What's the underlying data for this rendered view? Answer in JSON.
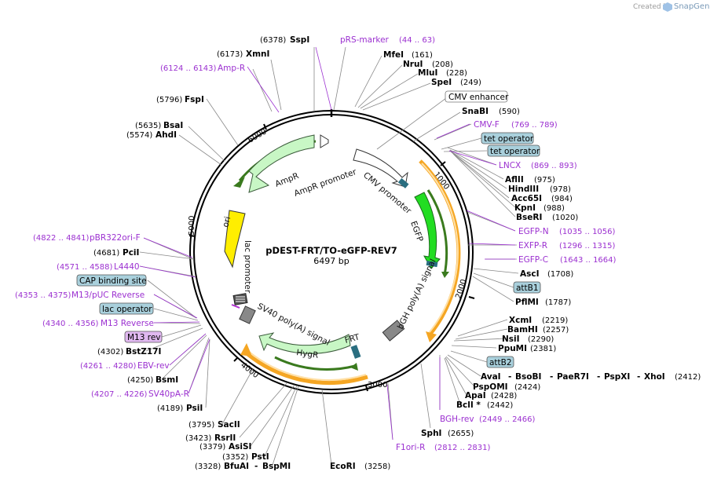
{
  "credit": {
    "prefix": "Created by",
    "brand": "SnapGene"
  },
  "plasmid": {
    "name": "pDEST-FRT/TO-eGFP-REV7",
    "length": "6497 bp"
  },
  "ticks": {
    "t1000": "1000",
    "t2000": "2000",
    "t3000": "3000",
    "t4000": "4000",
    "t5000": "5000",
    "t6000": "6000"
  },
  "features": {
    "cmv_promoter": "CMV promoter",
    "egfp": "EGFP",
    "bgh": "bGH poly(A) signal",
    "frt": "FRT",
    "hygr": "HygR",
    "sv40": "SV40 poly(A) signal",
    "lac_promoter": "lac promoter",
    "ori": "ori",
    "ampr": "AmpR",
    "ampr_promoter": "AmpR promoter"
  },
  "top_labels": {
    "sspi": {
      "pos": "(6378)",
      "name": "SspI"
    },
    "prs": {
      "name": "pRS-marker",
      "range": "(44 .. 63)"
    },
    "xmni": {
      "pos": "(6173)",
      "name": "XmnI"
    },
    "amp_r": {
      "range": "(6124 .. 6143)",
      "name": "Amp-R"
    },
    "fspi": {
      "pos": "(5796)",
      "name": "FspI"
    },
    "bsai": {
      "pos": "(5635)",
      "name": "BsaI"
    },
    "ahdi": {
      "pos": "(5574)",
      "name": "AhdI"
    }
  },
  "right_labels": {
    "mfei": {
      "name": "MfeI",
      "pos": "(161)"
    },
    "nrui": {
      "name": "NruI",
      "pos": "(208)"
    },
    "mlui": {
      "name": "MluI",
      "pos": "(228)"
    },
    "spei": {
      "name": "SpeI",
      "pos": "(249)"
    },
    "cmv_enh": "CMV enhancer",
    "snabi": {
      "name": "SnaBI",
      "pos": "(590)"
    },
    "cmvf": {
      "name": "CMV-F",
      "range": "(769 .. 789)"
    },
    "tetop1": "tet operator",
    "tetop2": "tet operator",
    "lncx": {
      "name": "LNCX",
      "range": "(869 .. 893)"
    },
    "aflii": {
      "name": "AflII",
      "pos": "(975)"
    },
    "hindiii": {
      "name": "HindIII",
      "pos": "(978)"
    },
    "acc65i": {
      "name": "Acc65I",
      "pos": "(984)"
    },
    "kpni": {
      "name": "KpnI",
      "pos": "(988)"
    },
    "bseri": {
      "name": "BseRI",
      "pos": "(1020)"
    },
    "egfpn": {
      "name": "EGFP-N",
      "range": "(1035 .. 1056)"
    },
    "exfpr": {
      "name": "EXFP-R",
      "range": "(1296 .. 1315)"
    },
    "egfpc": {
      "name": "EGFP-C",
      "range": "(1643 .. 1664)"
    },
    "asci": {
      "name": "AscI",
      "pos": "(1708)"
    },
    "attb1": "attB1",
    "pflmi": {
      "name": "PflMI",
      "pos": "(1787)"
    },
    "xcmi": {
      "name": "XcmI",
      "pos": "(2219)"
    },
    "bamhi": {
      "name": "BamHI",
      "pos": "(2257)"
    },
    "nsii": {
      "name": "NsiI",
      "pos": "(2290)"
    },
    "ppumi": {
      "name": "PpuMI",
      "pos": "(2381)"
    },
    "attb2": "attB2",
    "avai": {
      "name": "AvaI",
      "dash1": "-",
      "bsobi": "BsoBI",
      "dash2": "-",
      "paer7i": "PaeR7I",
      "dash3": "-",
      "pspxi": "PspXI",
      "dash4": "-",
      "xhoi": "XhoI",
      "pos": "(2412)"
    },
    "pspomi": {
      "name": "PspOMI",
      "pos": "(2424)"
    },
    "apai": {
      "name": "ApaI",
      "pos": "(2428)"
    },
    "bcli": {
      "name": "BclI *",
      "pos": "(2442)"
    },
    "bghrev": {
      "name": "BGH-rev",
      "range": "(2449 .. 2466)"
    },
    "sphi": {
      "name": "SphI",
      "pos": "(2655)"
    },
    "f1ori": {
      "name": "F1ori-R",
      "range": "(2812 .. 2831)"
    }
  },
  "left_labels": {
    "pbr": {
      "range": "(4822 .. 4841)",
      "name": "pBR322ori-F"
    },
    "pcii": {
      "pos": "(4681)",
      "name": "PciI"
    },
    "l4440": {
      "range": "(4571 .. 4588)",
      "name": "L4440"
    },
    "cap": "CAP binding site",
    "m13puc": {
      "range": "(4353 .. 4375)",
      "name": "M13/pUC Reverse"
    },
    "lacop": "lac operator",
    "m13rev": {
      "range": "(4340 .. 4356)",
      "name": "M13 Reverse"
    },
    "m13revbox": "M13 rev",
    "bstz": {
      "pos": "(4302)",
      "name": "BstZ17I"
    },
    "ebv": {
      "range": "(4261 .. 4280)",
      "name": "EBV-rev"
    },
    "bsmi": {
      "pos": "(4250)",
      "name": "BsmI"
    },
    "sv40pa": {
      "range": "(4207 .. 4226)",
      "name": "SV40pA-R"
    },
    "psii": {
      "pos": "(4189)",
      "name": "PsiI"
    }
  },
  "bottom_labels": {
    "sacii": {
      "pos": "(3795)",
      "name": "SacII"
    },
    "rsrii": {
      "pos": "(3423)",
      "name": "RsrII"
    },
    "asisi": {
      "pos": "(3379)",
      "name": "AsiSI"
    },
    "psti": {
      "pos": "(3352)",
      "name": "PstI"
    },
    "bfuai": {
      "pos": "(3328)",
      "name": "BfuAI",
      "dash": "-",
      "bspmi": "BspMI"
    },
    "ecori": {
      "name": "EcoRI",
      "pos": "(3258)"
    }
  },
  "colors": {
    "primer": "#9b30d0",
    "feature_green": "#c8f7c5",
    "orf_bright": "#22dd22",
    "ori_yellow": "#ffee00",
    "orange": "#f5a623",
    "box_blue": "#a9d0dc",
    "box_purple": "#e0b8f0"
  }
}
